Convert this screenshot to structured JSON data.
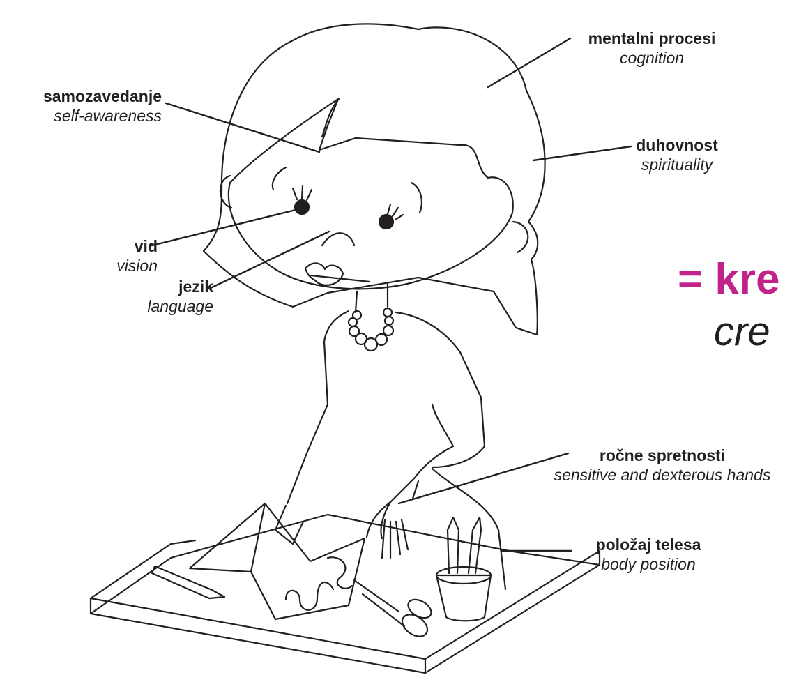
{
  "labels": {
    "self_awareness": {
      "sl": "samozavedanje",
      "en": "self-awareness"
    },
    "cognition": {
      "sl": "mentalni procesi",
      "en": "cognition"
    },
    "spirituality": {
      "sl": "duhovnost",
      "en": "spirituality"
    },
    "vision": {
      "sl": "vid",
      "en": "vision"
    },
    "language": {
      "sl": "jezik",
      "en": "language"
    },
    "hands": {
      "sl": "ročne spretnosti",
      "en": "sensitive and dexterous hands"
    },
    "body": {
      "sl": "položaj telesa",
      "en": "body position"
    }
  },
  "result": {
    "sl": "= kre",
    "en": "cre"
  },
  "colors": {
    "accent": "#c0238a",
    "line": "#231f20"
  }
}
